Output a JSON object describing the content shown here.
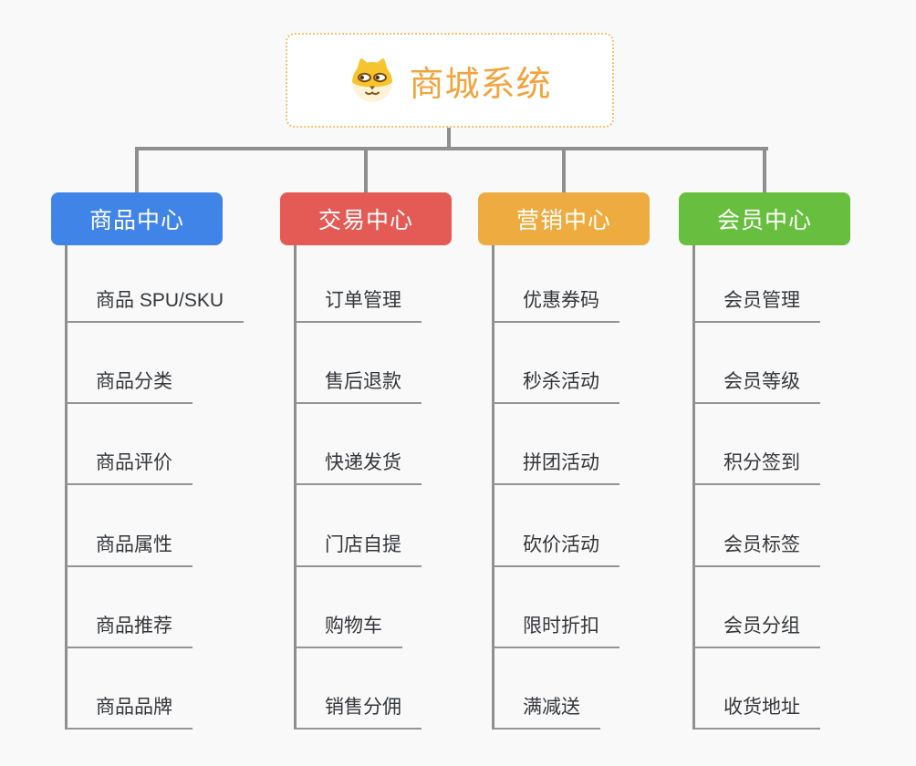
{
  "root": {
    "title": "商城系统",
    "title_color": "#f2a43c",
    "border_color": "#f3c06e",
    "icon": "dog-icon"
  },
  "branches": [
    {
      "label": "商品中心",
      "color": "#4184e8",
      "items": [
        "商品 SPU/SKU",
        "商品分类",
        "商品评价",
        "商品属性",
        "商品推荐",
        "商品品牌"
      ]
    },
    {
      "label": "交易中心",
      "color": "#e45a55",
      "items": [
        "订单管理",
        "售后退款",
        "快递发货",
        "门店自提",
        "购物车",
        "销售分佣"
      ]
    },
    {
      "label": "营销中心",
      "color": "#eeab40",
      "items": [
        "优惠券码",
        "秒杀活动",
        "拼团活动",
        "砍价活动",
        "限时折扣",
        "满减送"
      ]
    },
    {
      "label": "会员中心",
      "color": "#67be3f",
      "items": [
        "会员管理",
        "会员等级",
        "积分签到",
        "会员标签",
        "会员分组",
        "收货地址"
      ]
    }
  ],
  "colors": {
    "background": "#f9f9f9",
    "connector": "#8f8f8f",
    "item_text": "#33363a"
  }
}
